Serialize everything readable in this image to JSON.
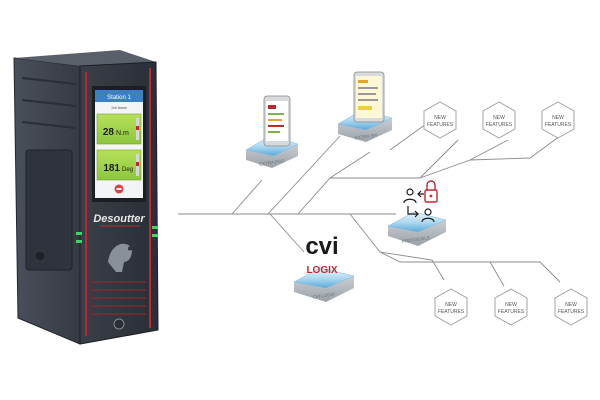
{
  "controller": {
    "brand": "Desoutter",
    "screen": {
      "station": "Station 1",
      "sub": "Job Name",
      "torque_value": "28",
      "torque_unit": "N.m",
      "angle_value": "181",
      "angle_unit": "Deg"
    }
  },
  "platforms": [
    {
      "label": "EXTRA PSO"
    },
    {
      "label": "EXTRA SH"
    },
    {
      "label": "PROTOCOLS"
    },
    {
      "label": "CVI LOGIX"
    }
  ],
  "logo": {
    "cvi": "cvi",
    "logix": "LOGIX"
  },
  "new_features": {
    "line1": "NEW",
    "line2": "FEATURES"
  },
  "colors": {
    "accent_red": "#c0282d",
    "line_gray": "#8a8a8a",
    "platform_blue": "#6ab7e3",
    "screen_green": "#9ad24a"
  }
}
